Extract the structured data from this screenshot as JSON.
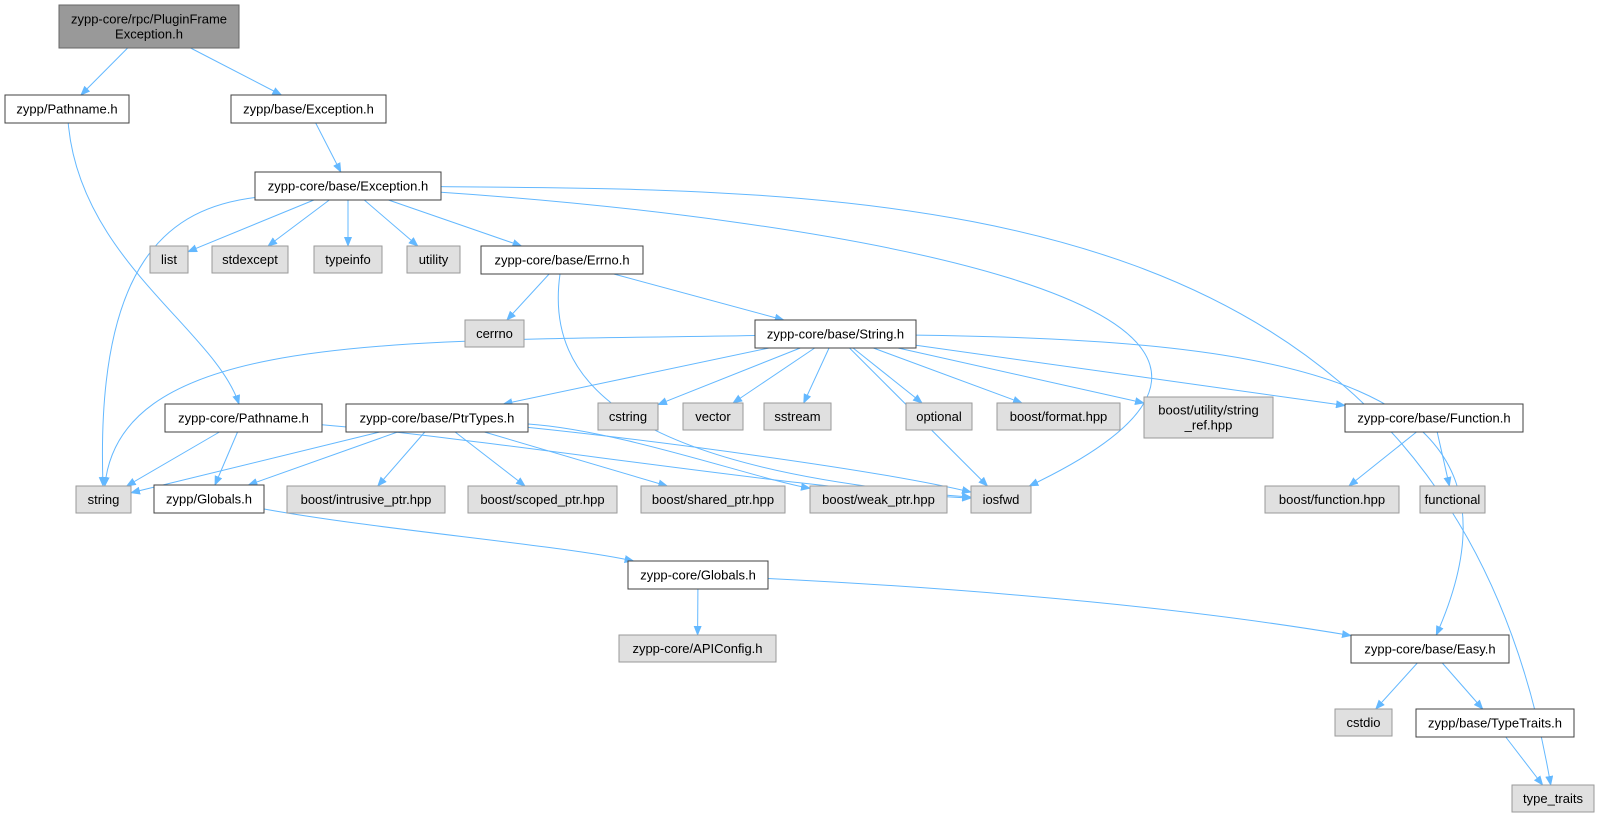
{
  "graph": {
    "nodes": [
      {
        "id": "root",
        "kind": "root",
        "lines": [
          "zypp-core/rpc/PluginFrame",
          "Exception.h"
        ]
      },
      {
        "id": "zp_path",
        "kind": "doc",
        "lines": [
          "zypp/Pathname.h"
        ]
      },
      {
        "id": "zp_bexc",
        "kind": "doc",
        "lines": [
          "zypp/base/Exception.h"
        ]
      },
      {
        "id": "zc_bexc",
        "kind": "doc",
        "lines": [
          "zypp-core/base/Exception.h"
        ]
      },
      {
        "id": "list",
        "kind": "ext",
        "lines": [
          "list"
        ]
      },
      {
        "id": "stdexcept",
        "kind": "ext",
        "lines": [
          "stdexcept"
        ]
      },
      {
        "id": "typeinfo",
        "kind": "ext",
        "lines": [
          "typeinfo"
        ]
      },
      {
        "id": "utility",
        "kind": "ext",
        "lines": [
          "utility"
        ]
      },
      {
        "id": "errno",
        "kind": "doc",
        "lines": [
          "zypp-core/base/Errno.h"
        ]
      },
      {
        "id": "cerrno",
        "kind": "ext",
        "lines": [
          "cerrno"
        ]
      },
      {
        "id": "strh",
        "kind": "doc",
        "lines": [
          "zypp-core/base/String.h"
        ]
      },
      {
        "id": "zc_path",
        "kind": "doc",
        "lines": [
          "zypp-core/Pathname.h"
        ]
      },
      {
        "id": "ptr",
        "kind": "doc",
        "lines": [
          "zypp-core/base/PtrTypes.h"
        ]
      },
      {
        "id": "cstring",
        "kind": "ext",
        "lines": [
          "cstring"
        ]
      },
      {
        "id": "vector",
        "kind": "ext",
        "lines": [
          "vector"
        ]
      },
      {
        "id": "sstream",
        "kind": "ext",
        "lines": [
          "sstream"
        ]
      },
      {
        "id": "optional",
        "kind": "ext",
        "lines": [
          "optional"
        ]
      },
      {
        "id": "bformat",
        "kind": "ext",
        "lines": [
          "boost/format.hpp"
        ]
      },
      {
        "id": "bstrref",
        "kind": "ext",
        "lines": [
          "boost/utility/string",
          "_ref.hpp"
        ]
      },
      {
        "id": "func",
        "kind": "doc",
        "lines": [
          "zypp-core/base/Function.h"
        ]
      },
      {
        "id": "string",
        "kind": "ext",
        "lines": [
          "string"
        ]
      },
      {
        "id": "zp_glob",
        "kind": "doc",
        "lines": [
          "zypp/Globals.h"
        ]
      },
      {
        "id": "bintr",
        "kind": "ext",
        "lines": [
          "boost/intrusive_ptr.hpp"
        ]
      },
      {
        "id": "bscoped",
        "kind": "ext",
        "lines": [
          "boost/scoped_ptr.hpp"
        ]
      },
      {
        "id": "bshared",
        "kind": "ext",
        "lines": [
          "boost/shared_ptr.hpp"
        ]
      },
      {
        "id": "bweak",
        "kind": "ext",
        "lines": [
          "boost/weak_ptr.hpp"
        ]
      },
      {
        "id": "iosfwd",
        "kind": "ext",
        "lines": [
          "iosfwd"
        ]
      },
      {
        "id": "bfunc",
        "kind": "ext",
        "lines": [
          "boost/function.hpp"
        ]
      },
      {
        "id": "functional",
        "kind": "ext",
        "lines": [
          "functional"
        ]
      },
      {
        "id": "zc_glob",
        "kind": "doc",
        "lines": [
          "zypp-core/Globals.h"
        ]
      },
      {
        "id": "apiconf",
        "kind": "ext",
        "lines": [
          "zypp-core/APIConfig.h"
        ]
      },
      {
        "id": "easy",
        "kind": "doc",
        "lines": [
          "zypp-core/base/Easy.h"
        ]
      },
      {
        "id": "cstdio",
        "kind": "ext",
        "lines": [
          "cstdio"
        ]
      },
      {
        "id": "ttraits",
        "kind": "doc",
        "lines": [
          "zypp/base/TypeTraits.h"
        ]
      },
      {
        "id": "type_traits",
        "kind": "ext",
        "lines": [
          "type_traits"
        ]
      }
    ],
    "edges": [
      [
        "root",
        "zp_path"
      ],
      [
        "root",
        "zp_bexc"
      ],
      [
        "zp_path",
        "zc_path"
      ],
      [
        "zp_bexc",
        "zc_bexc"
      ],
      [
        "zc_bexc",
        "string"
      ],
      [
        "zc_bexc",
        "list"
      ],
      [
        "zc_bexc",
        "stdexcept"
      ],
      [
        "zc_bexc",
        "typeinfo"
      ],
      [
        "zc_bexc",
        "utility"
      ],
      [
        "zc_bexc",
        "errno"
      ],
      [
        "zc_bexc",
        "iosfwd"
      ],
      [
        "zc_bexc",
        "type_traits"
      ],
      [
        "errno",
        "cerrno"
      ],
      [
        "errno",
        "strh"
      ],
      [
        "errno",
        "iosfwd"
      ],
      [
        "strh",
        "string"
      ],
      [
        "strh",
        "ptr"
      ],
      [
        "strh",
        "cstring"
      ],
      [
        "strh",
        "vector"
      ],
      [
        "strh",
        "sstream"
      ],
      [
        "strh",
        "optional"
      ],
      [
        "strh",
        "bformat"
      ],
      [
        "strh",
        "bstrref"
      ],
      [
        "strh",
        "func"
      ],
      [
        "strh",
        "iosfwd"
      ],
      [
        "strh",
        "easy"
      ],
      [
        "zc_path",
        "string"
      ],
      [
        "zc_path",
        "zp_glob"
      ],
      [
        "zc_path",
        "iosfwd"
      ],
      [
        "ptr",
        "string"
      ],
      [
        "ptr",
        "zp_glob"
      ],
      [
        "ptr",
        "bintr"
      ],
      [
        "ptr",
        "bscoped"
      ],
      [
        "ptr",
        "bshared"
      ],
      [
        "ptr",
        "bweak"
      ],
      [
        "ptr",
        "iosfwd"
      ],
      [
        "func",
        "bfunc"
      ],
      [
        "func",
        "functional"
      ],
      [
        "zp_glob",
        "zc_glob"
      ],
      [
        "zc_glob",
        "apiconf"
      ],
      [
        "zc_glob",
        "easy"
      ],
      [
        "easy",
        "cstdio"
      ],
      [
        "easy",
        "ttraits"
      ],
      [
        "ttraits",
        "type_traits"
      ]
    ]
  }
}
